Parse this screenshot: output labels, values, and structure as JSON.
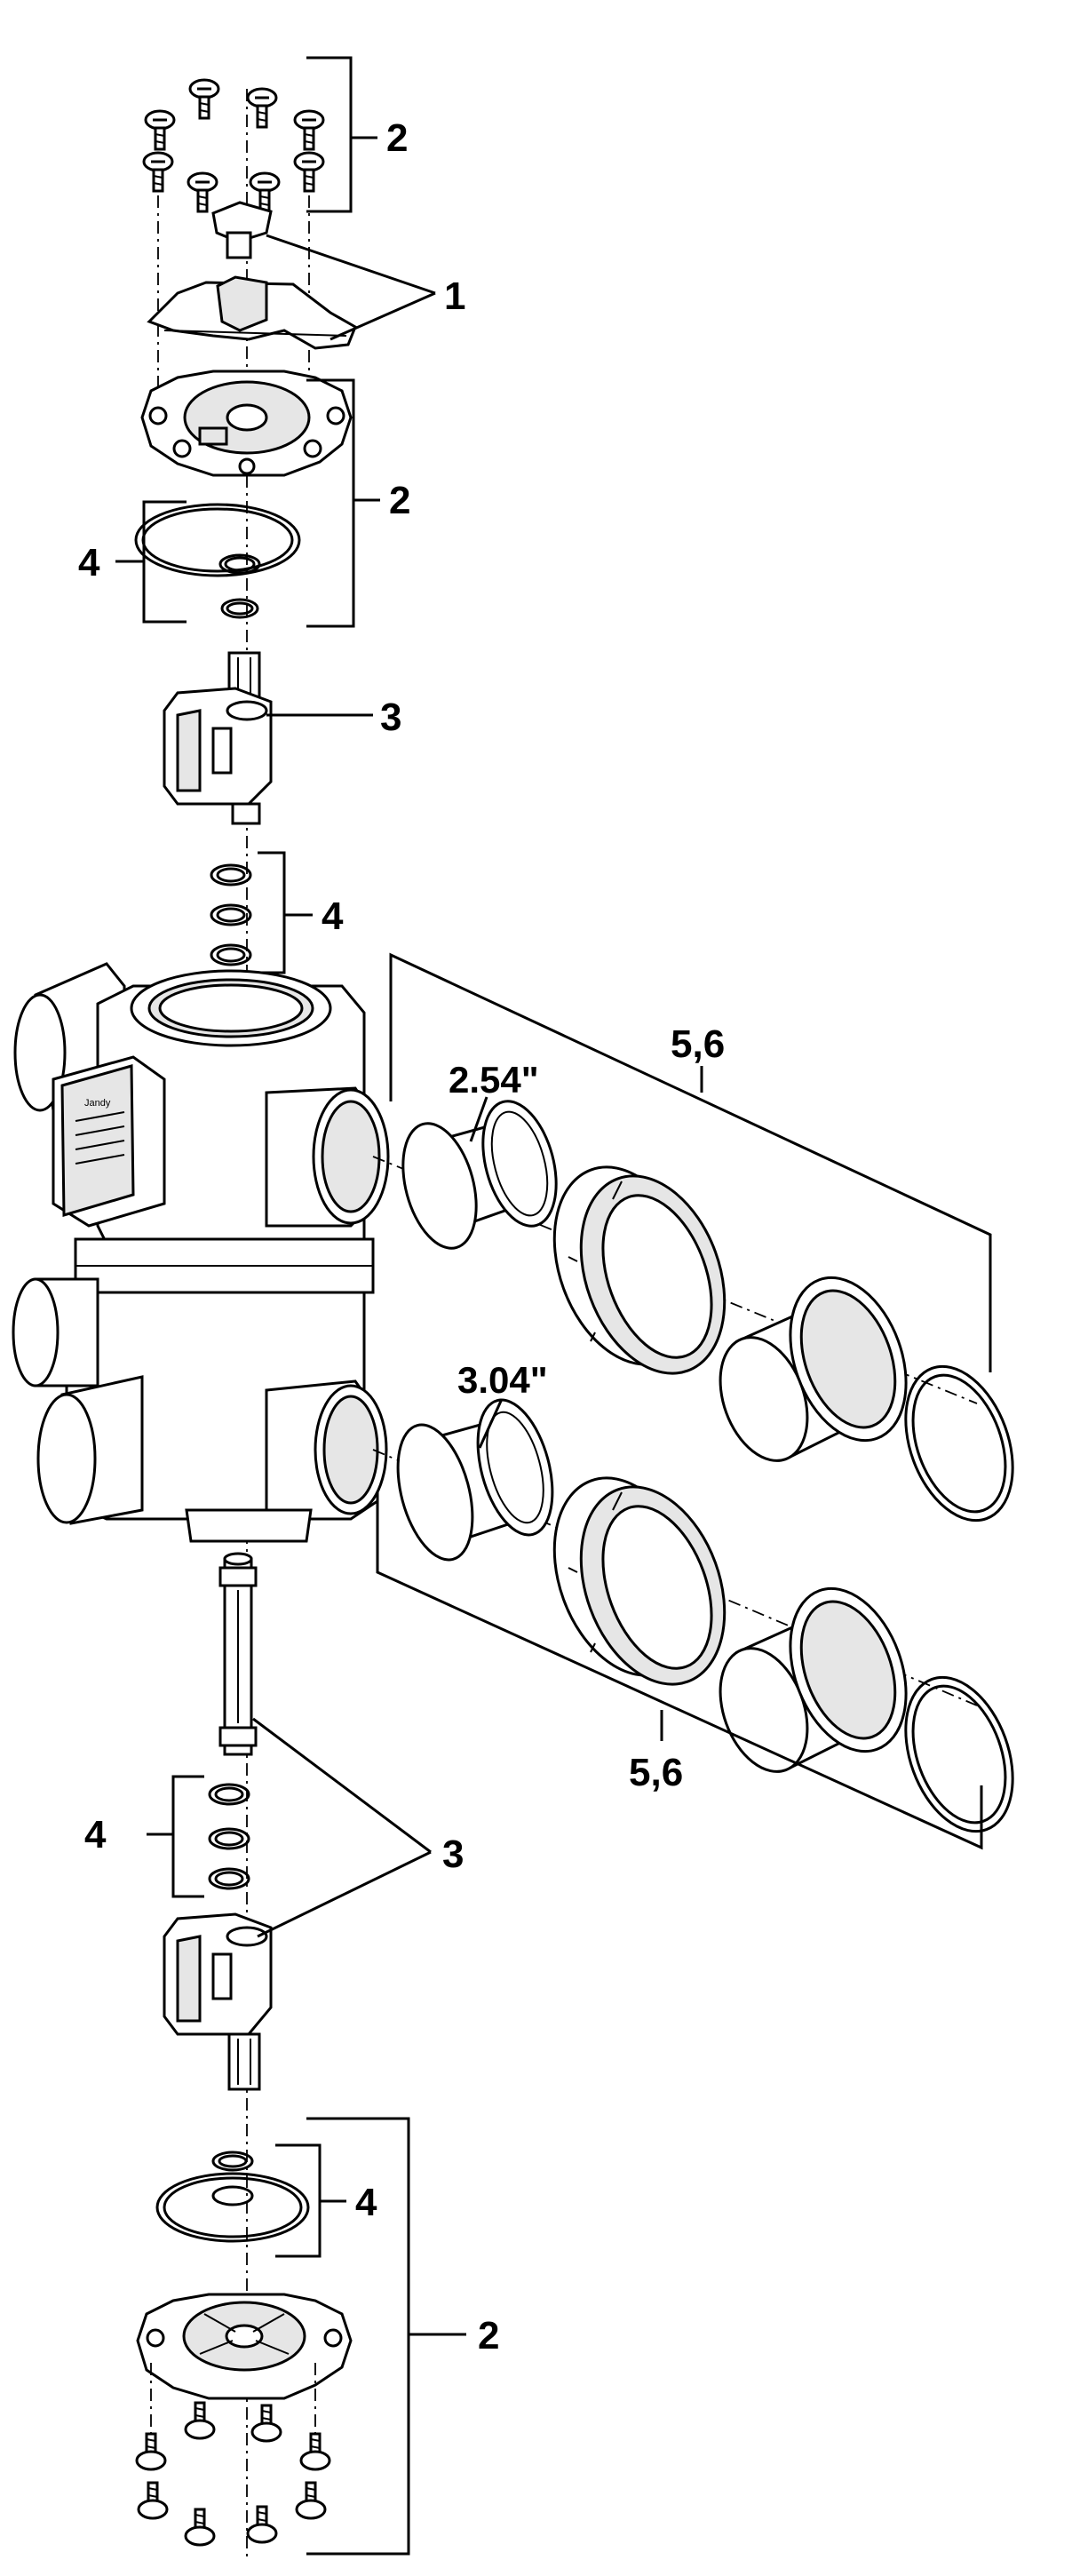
{
  "callouts": {
    "c1": "1",
    "c2_top": "2",
    "c2_mid": "2",
    "c2_bottom": "2",
    "c3_top": "3",
    "c3_bottom": "3",
    "c4_top": "4",
    "c4_upper": "4",
    "c4_lower": "4",
    "c4_bottom": "4",
    "c56_top": "5,6",
    "c56_bottom": "5,6"
  },
  "dimensions": {
    "top_pipe": "2.54\"",
    "bottom_pipe": "3.04\""
  },
  "body_label": {
    "brand": "Jandy"
  }
}
